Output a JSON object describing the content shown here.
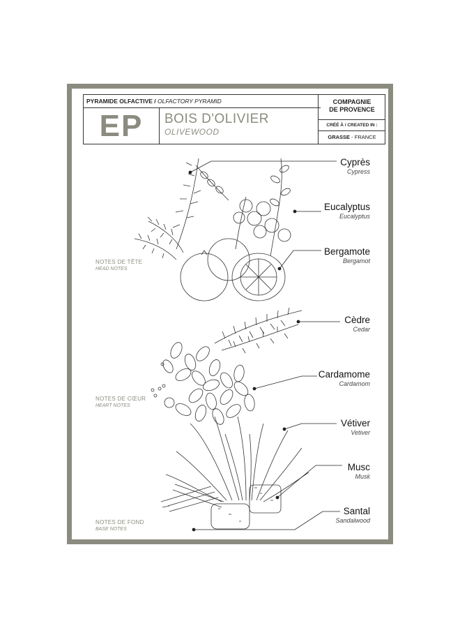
{
  "header": {
    "pyramid_fr": "PYRAMIDE OLFACTIVE /",
    "pyramid_en": "OLFACTORY PYRAMID",
    "code": "EP",
    "name": "BOIS D'OLIVIER",
    "name_en": "OLIVEWOOD",
    "company_line1": "COMPAGNIE",
    "company_line2": "DE PROVENCE",
    "created_label": "CRÉÉ À / CREATED IN :",
    "place_city": "GRASSE",
    "place_country": "- FRANCE"
  },
  "sections": {
    "head": {
      "fr": "NOTES DE TÊTE",
      "en": "HEAD NOTES"
    },
    "heart": {
      "fr": "NOTES DE CŒUR",
      "en": "HEART NOTES"
    },
    "base": {
      "fr": "NOTES DE FOND",
      "en": "BASE NOTES"
    }
  },
  "notes": [
    {
      "name": "Cyprès",
      "translation": "Cypress"
    },
    {
      "name": "Eucalyptus",
      "translation": "Eucalyptus"
    },
    {
      "name": "Bergamote",
      "translation": "Bergamot"
    },
    {
      "name": "Cèdre",
      "translation": "Cedar"
    },
    {
      "name": "Cardamome",
      "translation": "Cardamom"
    },
    {
      "name": "Vétiver",
      "translation": "Vetiver"
    },
    {
      "name": "Musc",
      "translation": "Musk"
    },
    {
      "name": "Santal",
      "translation": "Sandalwood"
    }
  ],
  "colors": {
    "frame": "#8c8b80",
    "ink": "#222222"
  }
}
